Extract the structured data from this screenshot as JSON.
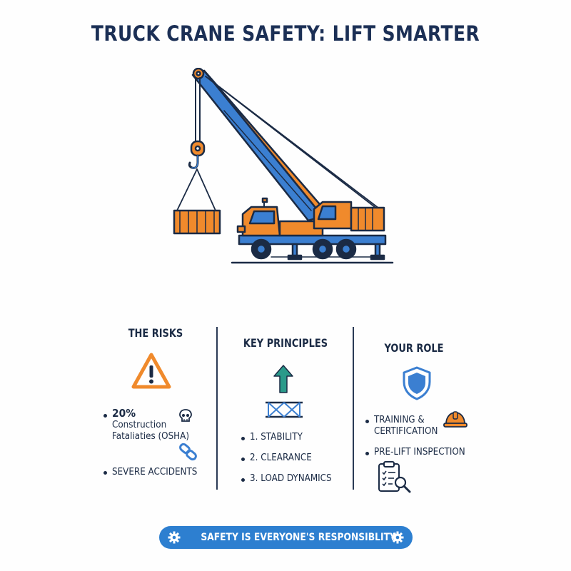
{
  "title": "TRUCK CRANE SAFETY: LIFT SMARTER",
  "hero": {
    "icon": "truck-crane-illustration"
  },
  "columns": {
    "risks": {
      "title": "THE RISKS",
      "stat_value": "20%",
      "stat_line1": "Construction",
      "stat_line2": "Fataliaties (OSHA)",
      "item2": "SEVERE ACCIDENTS",
      "icons": [
        "warning-triangle-icon",
        "skull-icon",
        "chain-link-icon"
      ]
    },
    "principles": {
      "title": "KEY PRINCIPLES",
      "items": [
        "1. STABILITY",
        "2. CLEARANCE",
        "3. LOAD DYNAMICS"
      ],
      "icons": [
        "up-arrow-icon",
        "outrigger-platform-icon"
      ]
    },
    "role": {
      "title": "YOUR ROLE",
      "item1_line1": "TRAINING &",
      "item1_line2": "CERTIFICATION",
      "item2": "PRE-LIFT INSPECTION",
      "icons": [
        "shield-icon",
        "hard-hat-icon",
        "clipboard-magnifier-icon"
      ]
    }
  },
  "banner": {
    "text": "SAFETY IS EVERYONE'S RESPONSIBLITY",
    "icons": [
      "gear-icon",
      "gear-icon"
    ]
  },
  "colors": {
    "orange": "#f08a2c",
    "blue": "#3b7fd1",
    "navy": "#1b2b45",
    "teal": "#2a9a8a",
    "banner": "#2d7fd0"
  }
}
